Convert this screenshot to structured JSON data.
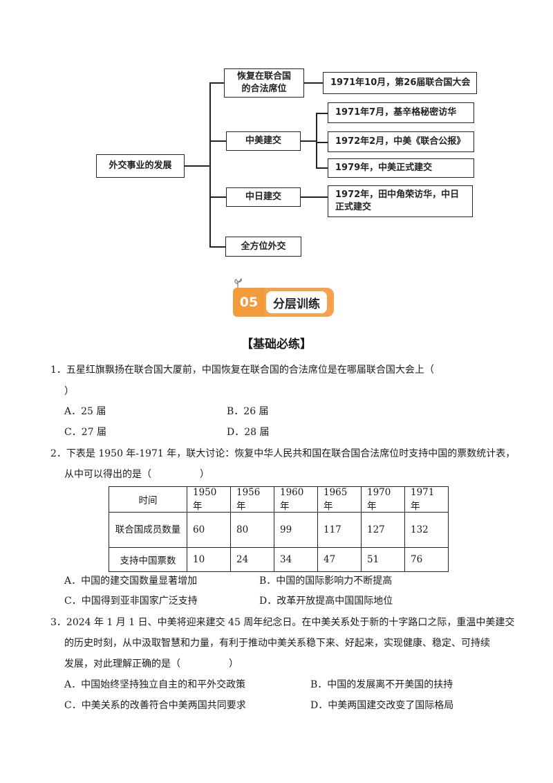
{
  "diagram": {
    "root": "外交事业的发展",
    "branches": [
      {
        "label": "恢复在联合国的合法席位",
        "details": [
          "1971年10月，第26届联合国大会"
        ]
      },
      {
        "label": "中美建交",
        "details": [
          "1971年7月，基辛格秘密访华",
          "1972年2月，中美《联合公报》",
          "1979年，中美正式建交"
        ]
      },
      {
        "label": "中日建交",
        "details": [
          "1972年，田中角荣访华，中日正式建交"
        ]
      },
      {
        "label": "全方位外交",
        "details": []
      }
    ]
  },
  "badge": {
    "number": "05",
    "title": "分层训练"
  },
  "section_title": "【基础必练】",
  "questions": [
    {
      "stem_line1": "1．五星红旗飘扬在联合国大厦前，中国恢复在联合国的合法席位是在哪届联合国大会上（",
      "stem_line2": "）",
      "options": [
        "A．25 届",
        "B．26 届",
        "C．27 届",
        "D．28 届"
      ]
    },
    {
      "stem_line1": "2．下表是 1950 年-1971 年，联大讨论：恢复中华人民共和国在联合国合法席位时支持中国的票数统计表，",
      "stem_line2": "从中可以得出的是（　　　　　）",
      "table": {
        "header": [
          "时间",
          "1950 年",
          "1956 年",
          "1960 年",
          "1965 年",
          "1970 年",
          "1971 年"
        ],
        "rows": [
          [
            "联合国成员数量",
            "60",
            "80",
            "99",
            "117",
            "127",
            "132"
          ],
          [
            "支持中国票数",
            "10",
            "24",
            "34",
            "47",
            "51",
            "76"
          ]
        ]
      },
      "options": [
        "A．中国的建交国数量显著增加",
        "B．中国的国际影响力不断提高",
        "C．中国得到亚非国家广泛支持",
        "D．改革开放提高中国国际地位"
      ]
    },
    {
      "stem_line1": "3．2024 年 1 月 1 日、中美将迎来建交 45 周年纪念日。在中美关系处于新的十字路口之际，重温中美建交",
      "stem_line2": "的历史时刻，从中汲取智慧和力量，有利于推动中美关系稳下来、好起来，实现健康、稳定、可持续",
      "stem_line3": "发展，对此理解正确的是（　　　　　）",
      "options": [
        "A．中国始终坚持独立自主的和平外交政策",
        "B．中国的发展离不开美国的扶持",
        "C．中美关系的改善符合中美两国共同要求",
        "D．中美两国建交改变了国际格局"
      ]
    }
  ]
}
